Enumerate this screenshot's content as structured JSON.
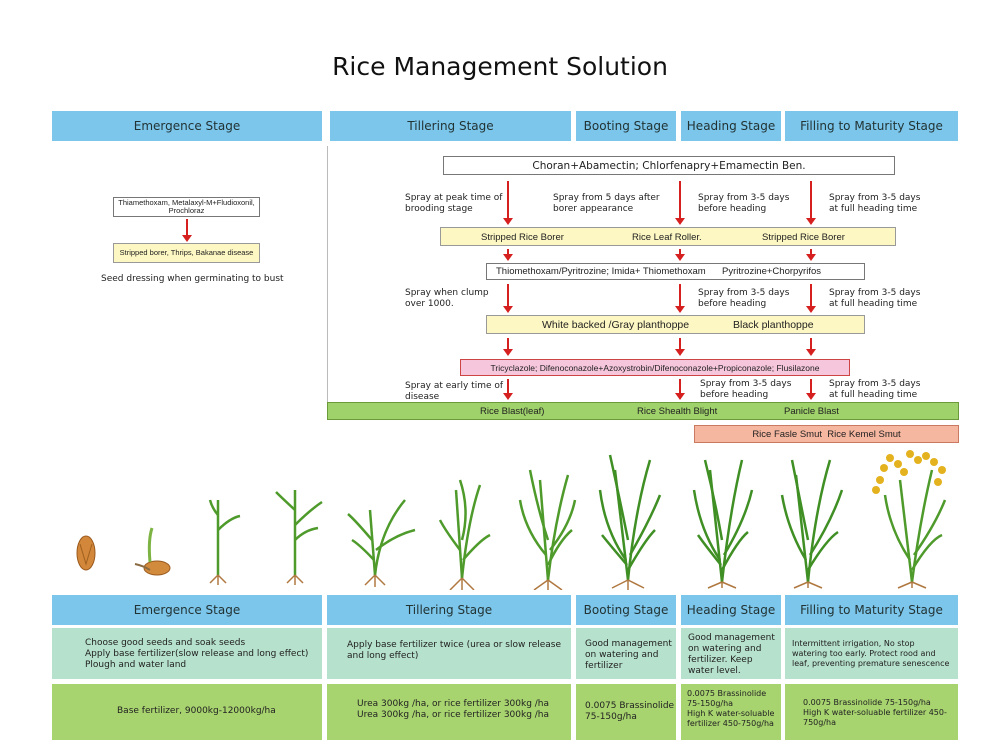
{
  "title": "Rice Management Solution",
  "stages": [
    "Emergence Stage",
    "Tillering Stage",
    "Booting Stage",
    "Heading Stage",
    "Filling to Maturity Stage"
  ],
  "emergence": {
    "chem": "Thiamethoxam, Metalaxyl-M+Fludioxonil, Prochloraz",
    "pests": "Stripped borer, Thrips, Bakanae disease",
    "note": "Seed dressing when germinating to bust"
  },
  "row1": {
    "chem": "Choran+Abamectin; Chlorfenapry+Emamectin Ben.",
    "notes": [
      "Spray at peak time of brooding stage",
      "Spray from 5 days after borer appearance",
      "Spray from 3-5 days before heading",
      "Spray from 3-5 days at full heading time"
    ],
    "pests": [
      "Stripped Rice Borer",
      "Rice Leaf Roller.",
      "Stripped Rice Borer"
    ]
  },
  "row2": {
    "chem_a": "Thiomethoxam/Pyritrozine; Imida+ Thiomethoxam",
    "chem_b": "Pyritrozine+Chorpyrifos",
    "notes": [
      "Spray when clump over 1000.",
      "Spray from 3-5 days before heading",
      "Spray from 3-5 days at full heading time"
    ],
    "pests_a": "White backed /Gray planthoppe",
    "pests_b": "Black planthoppe"
  },
  "row3": {
    "chem": "Tricyclazole; Difenoconazole+Azoxystrobin/Difenoconazole+Propiconazole; Flusilazone",
    "notes": [
      "Spray at early time of disease",
      "Spray from 3-5 days before heading",
      "Spray from 3-5 days at full heading time"
    ],
    "diseases": [
      "Rice Blast(leaf)",
      "Rice Shealth Blight",
      "Panicle Blast"
    ],
    "smut": "Rice Fasle Smut  Rice Kemel Smut"
  },
  "bottom": {
    "practices": [
      "Choose good seeds and soak seeds\nApply  base fertilizer(slow release and long effect)\nPlough and water land",
      "Apply  base fertilizer twice (urea or slow release and long effect)",
      "Good management on watering and fertilizer",
      "Good management on watering and fertilizer. Keep water level.",
      "Intermittent irrigation, No stop watering too early. Protect rood and leaf, preventing premature senescence"
    ],
    "fertilizer": [
      "Base fertilizer, 9000kg-12000kg/ha",
      "Urea 300kg /ha, or rice fertilizer 300kg /ha\nUrea 300kg /ha, or rice fertilizer 300kg /ha",
      "0.0075 Brassinolide\n75-150g/ha",
      "0.0075 Brassinolide\n75-150g/ha\nHigh K water-soluable fertilizer 450-750g/ha",
      "0.0075 Brassinolide 75-150g/ha\nHigh K water-soluable fertilizer 450-750g/ha"
    ]
  },
  "colors": {
    "stage": "#7cc6ec",
    "arrow": "#d62020",
    "yellow": "#fdf7c3",
    "pink": "#f6c6dc",
    "green": "#9fd26a",
    "salmon": "#f6b7a0",
    "mint": "#b6e1cd",
    "lime": "#a8d46f"
  }
}
